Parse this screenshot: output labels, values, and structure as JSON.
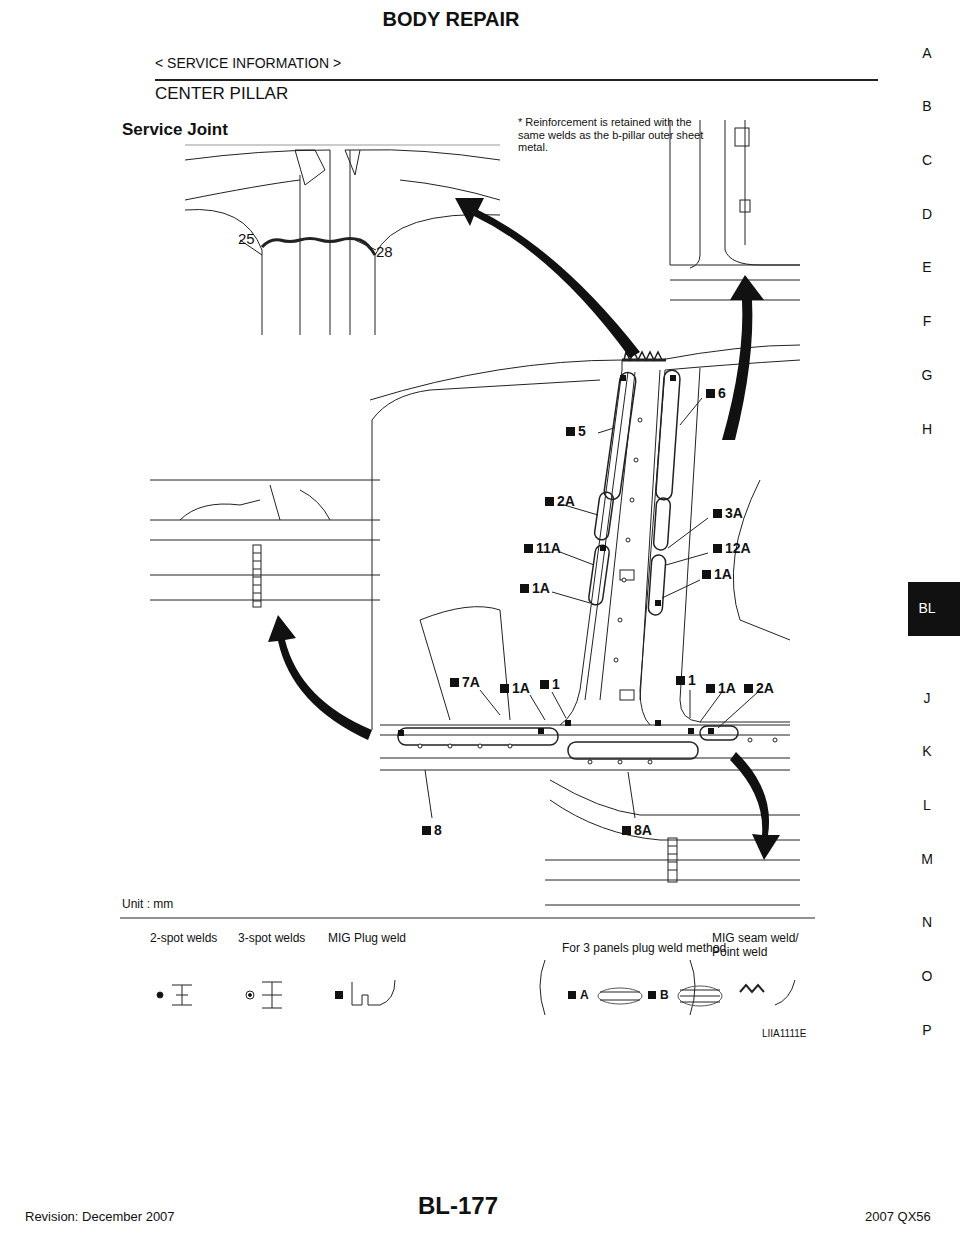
{
  "diagram": {
    "title": "BODY REPAIR",
    "labels": [
      "< SERVICE INFORMATION >",
      "CENTER PILLAR",
      "Service Joint",
      "* Reinforcement is retained with the same welds as the b-pillar outer sheet metal.",
      "25",
      "28",
      "6",
      "5",
      "2A",
      "3A",
      "11A",
      "12A",
      "1A",
      "1A",
      "7A",
      "1A",
      "1",
      "1",
      "1A",
      "2A",
      "8",
      "8A",
      "Unit : mm",
      "For 3 panels plug weld method",
      "LIIA1111E",
      "BL-177",
      "Revision: December 2007",
      "2007 QX56",
      "A",
      "B",
      "C",
      "D",
      "E",
      "F",
      "G",
      "H",
      "BL",
      "J",
      "K",
      "L",
      "M",
      "N",
      "O",
      "P"
    ],
    "legend": [
      {
        "text": "2-spot welds"
      },
      {
        "text": "3-spot welds"
      },
      {
        "text": "MIG Plug weld"
      },
      {
        "text": "A"
      },
      {
        "text": "B"
      },
      {
        "text": "MIG seam weld/ Point weld"
      }
    ]
  }
}
